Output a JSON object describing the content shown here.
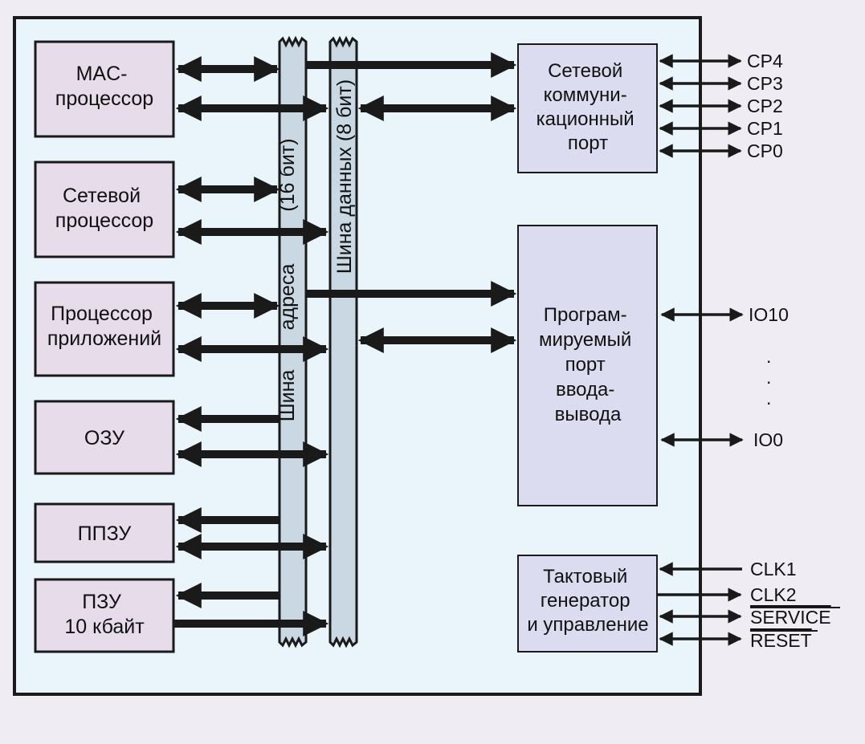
{
  "colors": {
    "page_background": "#f0ecf4",
    "chip_background": "#eaf4fb",
    "left_block_fill": "#e6dcea",
    "right_block_fill": "#dcdcf0",
    "bus_fill": "#c9d8e2",
    "stroke": "#1a1a1a"
  },
  "left_blocks": [
    {
      "id": "mac",
      "lines": [
        "MAC-",
        "процессор"
      ]
    },
    {
      "id": "net",
      "lines": [
        "Сетевой",
        "процессор"
      ]
    },
    {
      "id": "app",
      "lines": [
        "Процессор",
        "приложений"
      ]
    },
    {
      "id": "ram",
      "lines": [
        "ОЗУ"
      ]
    },
    {
      "id": "eeprom",
      "lines": [
        "ППЗУ"
      ]
    },
    {
      "id": "rom",
      "lines": [
        "ПЗУ",
        "10 кбайт"
      ]
    }
  ],
  "right_blocks": {
    "comm": {
      "lines": [
        "Сетевой",
        "коммуни-",
        "кационный",
        "порт"
      ]
    },
    "io": {
      "lines": [
        "Програм-",
        "мируемый",
        "порт",
        "ввода-",
        "вывода"
      ]
    },
    "clk": {
      "lines": [
        "Тактовый",
        "генератор",
        "и управление"
      ]
    }
  },
  "buses": {
    "address": {
      "label_word1": "Шина",
      "label_word2": "адреса",
      "label_width": "(16 бит)"
    },
    "data": {
      "label": "Шина данных (8 бит)"
    }
  },
  "pins": {
    "comm": [
      "CP4",
      "CP3",
      "CP2",
      "CP1",
      "CP0"
    ],
    "io_top": "IO10",
    "io_bottom": "IO0",
    "dots": [
      ".",
      ".",
      "."
    ],
    "clk": [
      "CLK1",
      "CLK2",
      "SERVICE",
      "RESET"
    ]
  }
}
